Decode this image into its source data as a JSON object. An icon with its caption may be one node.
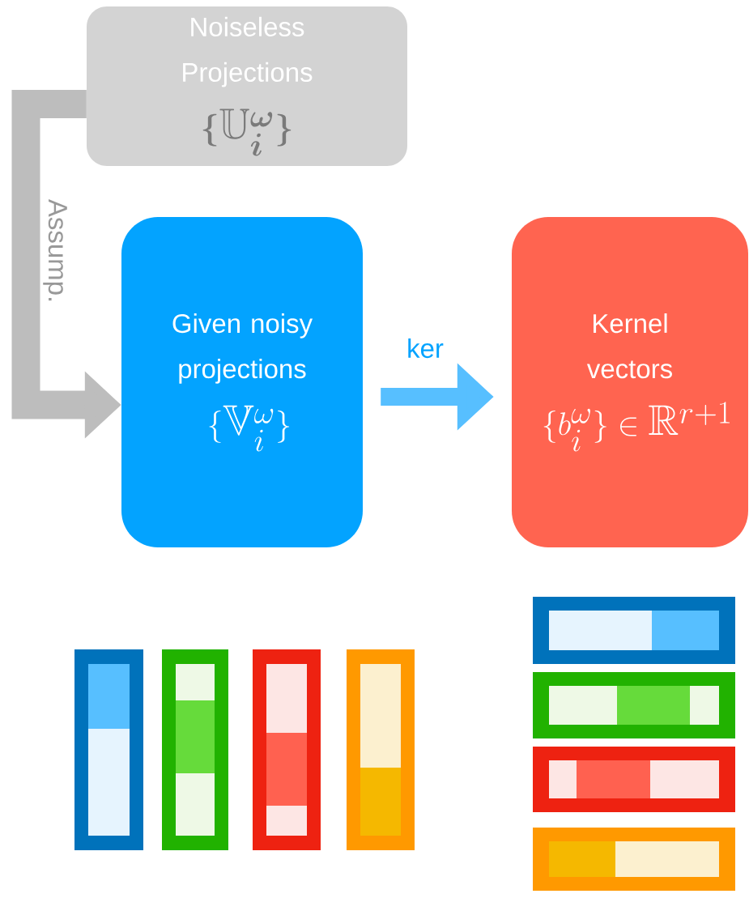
{
  "diagram": {
    "nodes": [
      {
        "text": [
          "Noiseless Projections",
          "\\{\\mathbb{U}_i^{\\omega}\\}"
        ]
      },
      {
        "text": [
          "Given noisy projections",
          "\\{\\mathbb{V}_i^{\\omega}\\}"
        ]
      },
      {
        "text": [
          "Kernel vectors",
          "\\{b_i^{\\omega}\\} \\in \\mathbb{R}^{r+1}"
        ]
      }
    ],
    "edges": [
      {
        "from": 0,
        "to": 1,
        "arrow": "to",
        "label": "Assump.",
        "color": "#bdbdbd"
      },
      {
        "from": 1,
        "to": 2,
        "arrow": "to",
        "label": "ker",
        "color": "#57bfff"
      }
    ]
  }
}
